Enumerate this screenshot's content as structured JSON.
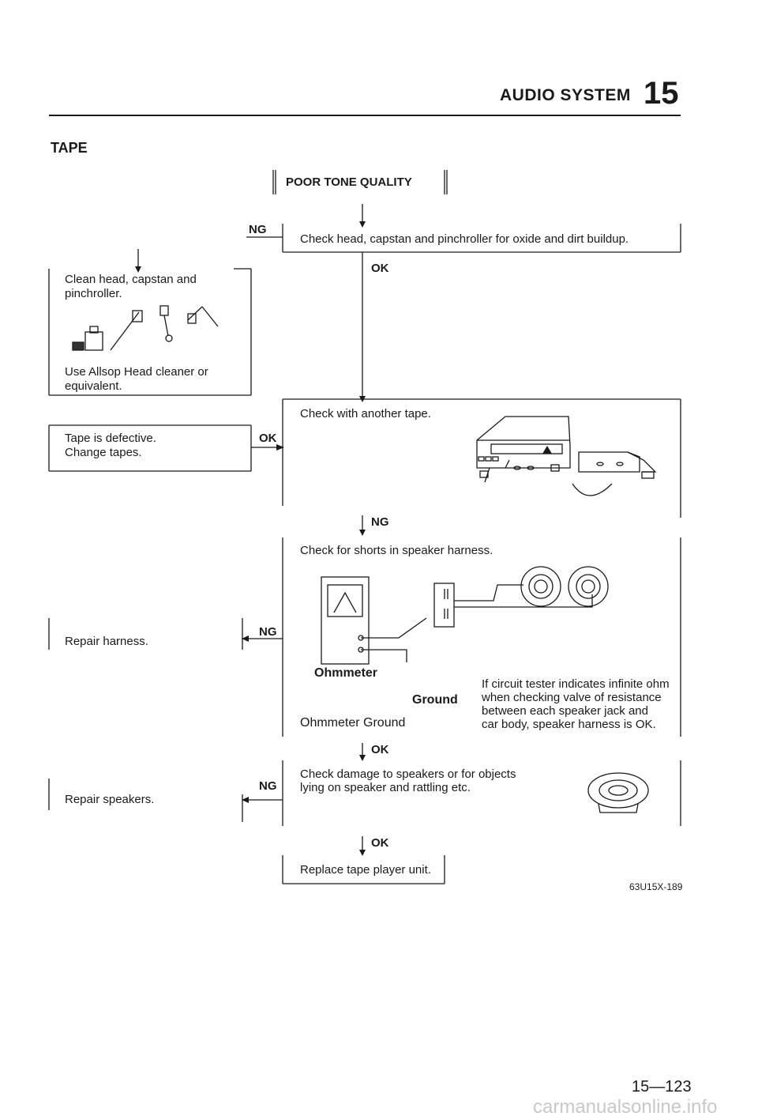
{
  "header": {
    "section_title": "AUDIO SYSTEM",
    "section_number": "15"
  },
  "page_heading": "TAPE",
  "flow": {
    "start": "POOR TONE QUALITY",
    "step1": {
      "text": "Check head, capstan and pinchroller for oxide and dirt buildup.",
      "ng_label": "NG",
      "ok_label": "OK"
    },
    "step1_ng": {
      "line1": "Clean head, capstan and",
      "line2": "pinchroller.",
      "note_line1": "Use Allsop Head cleaner or",
      "note_line2": "equivalent."
    },
    "step2": {
      "text": "Check with another tape.",
      "ok_label": "OK",
      "ng_label": "NG"
    },
    "step2_ok": {
      "line1": "Tape is defective.",
      "line2": "Change tapes."
    },
    "step3": {
      "text": "Check for shorts in speaker harness.",
      "ohmmeter_label": "Ohmmeter",
      "ground_label": "Ground",
      "caption": "Ohmmeter Ground",
      "note_lines": [
        "If circuit tester indicates infinite ohm",
        "when checking valve of resistance",
        "between each speaker jack and",
        "car body, speaker harness is OK."
      ],
      "ng_label": "NG",
      "ok_label": "OK"
    },
    "step3_ng": {
      "text": "Repair harness."
    },
    "step4": {
      "line1": "Check damage to speakers or for objects",
      "line2": "lying on speaker and rattling etc.",
      "ng_label": "NG",
      "ok_label": "OK"
    },
    "step4_ng": {
      "text": "Repair speakers."
    },
    "final": {
      "text": "Replace tape player unit."
    }
  },
  "figure_code": "63U15X-189",
  "page_number": "15—123",
  "watermark": "carmanualsonline.info"
}
